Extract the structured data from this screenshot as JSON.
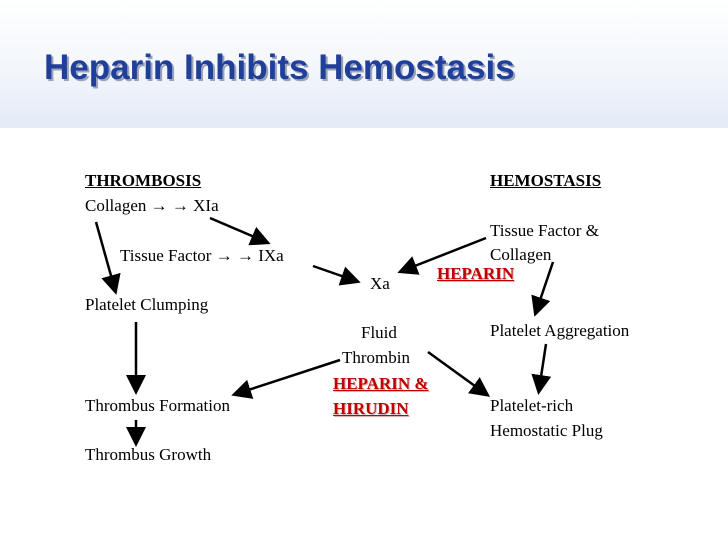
{
  "title": "Heparin Inhibits Hemostasis",
  "left_column": {
    "header": "THROMBOSIS",
    "collagen": "Collagen → → XIa",
    "tissue_factor": "Tissue Factor → → IXa",
    "platelet_clumping": "Platelet Clumping",
    "thrombus_formation": "Thrombus Formation",
    "thrombus_growth": "Thrombus Growth"
  },
  "center": {
    "xa": "Xa",
    "fluid": "Fluid",
    "thrombin": "Thrombin",
    "heparin_hirudin_line1": "HEPARIN &",
    "heparin_hirudin_line2": "HIRUDIN"
  },
  "right_column": {
    "header": "HEMOSTASIS",
    "tissue_factor_line1": "Tissue Factor &",
    "tissue_factor_line2": "Collagen",
    "heparin": "HEPARIN",
    "platelet_aggregation": "Platelet Aggregation",
    "plug_line1": "Platelet-rich",
    "plug_line2": "Hemostatic Plug"
  },
  "colors": {
    "title": "#1f3f9a",
    "inhibitor_text": "#c00000",
    "text": "#000000"
  }
}
